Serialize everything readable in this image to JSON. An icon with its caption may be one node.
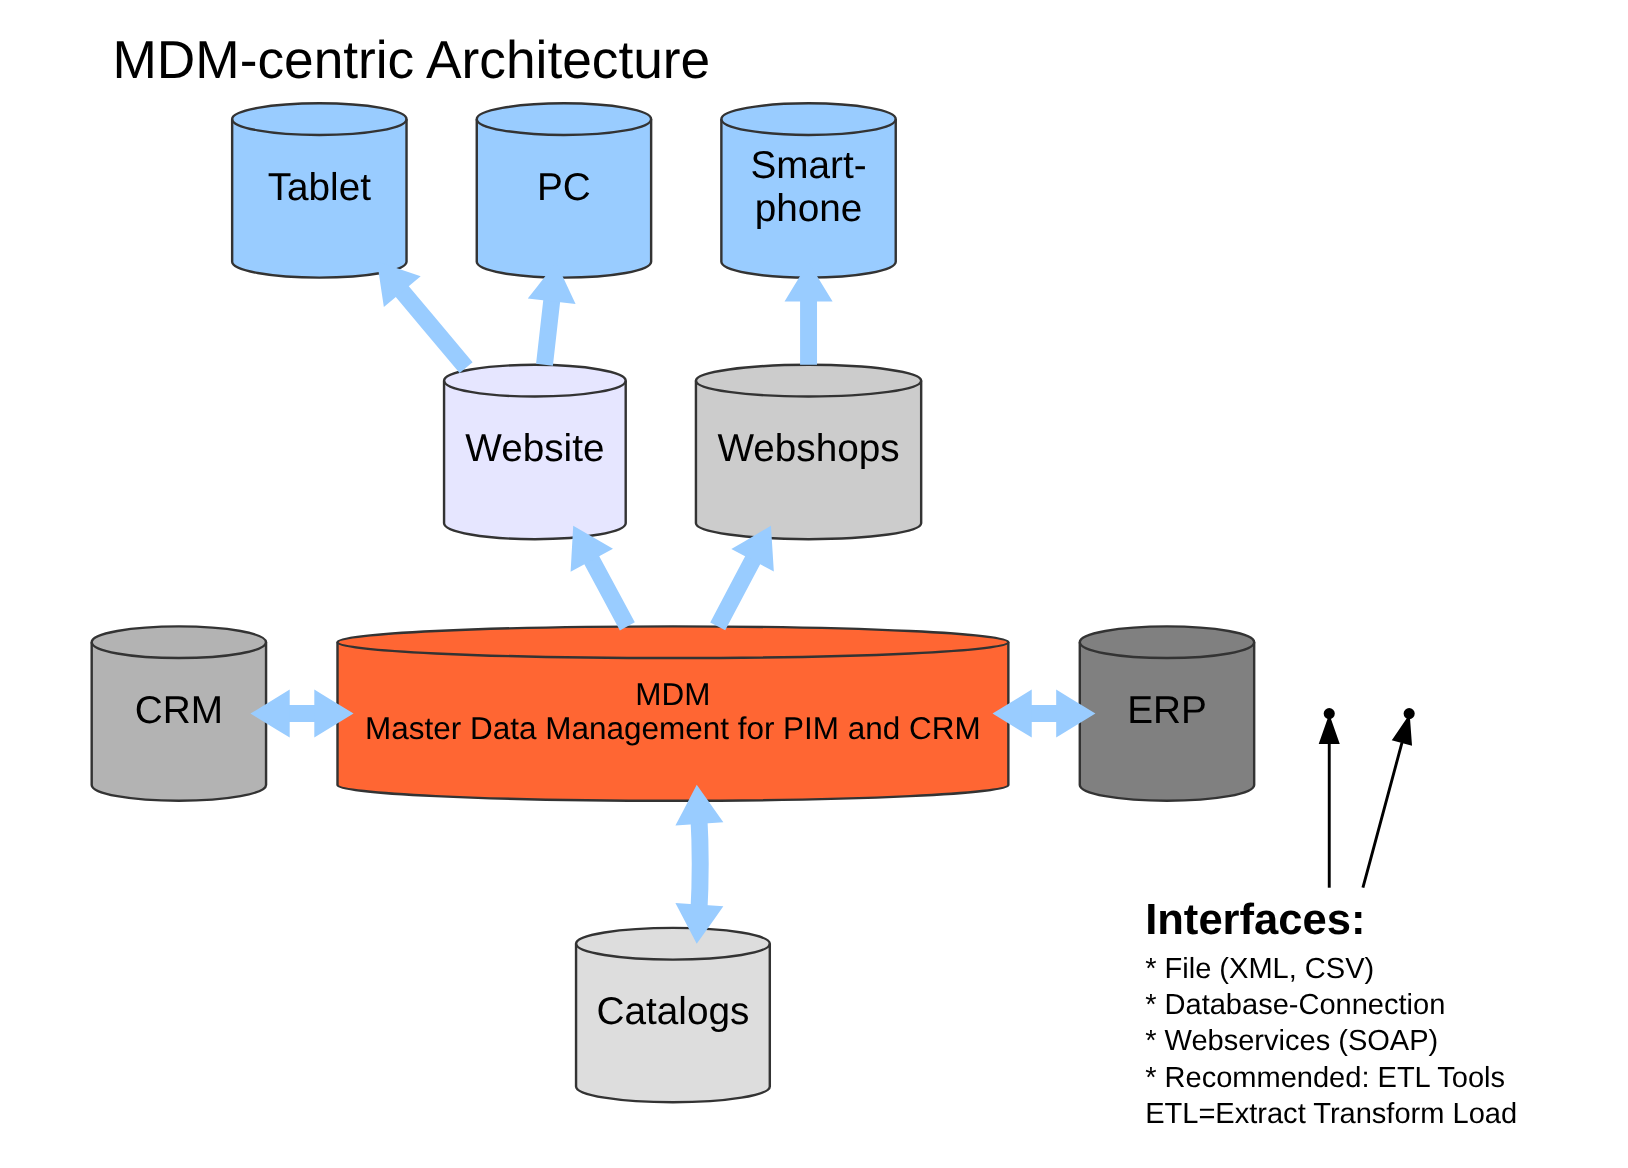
{
  "diagram": {
    "title": "MDM-centric Architecture",
    "nodes": [
      {
        "text": [
          "Tablet"
        ]
      },
      {
        "text": [
          "PC"
        ]
      },
      {
        "text": [
          "Smart- phone"
        ]
      },
      {
        "text": [
          "Website"
        ]
      },
      {
        "text": [
          "Webshops"
        ]
      },
      {
        "text": [
          "CRM"
        ]
      },
      {
        "text": [
          "MDM",
          "Master Data Management for PIM and CRM"
        ]
      },
      {
        "text": [
          "ERP"
        ]
      },
      {
        "text": [
          "Catalogs"
        ]
      },
      {
        "text": [
          "Interfaces:",
          "* File (XML, CSV)",
          "* Database-Connection",
          "* Webservices (SOAP)",
          "* Recommended: ETL Tools",
          "ETL=Extract Transform Load"
        ]
      }
    ],
    "edges": [
      {
        "from": 3,
        "to": 0,
        "arrow": "to"
      },
      {
        "from": 3,
        "to": 1,
        "arrow": "to"
      },
      {
        "from": 4,
        "to": 2,
        "arrow": "to"
      },
      {
        "from": 6,
        "to": 3,
        "arrow": "to"
      },
      {
        "from": 6,
        "to": 4,
        "arrow": "to"
      },
      {
        "from": 5,
        "to": 6,
        "arrow": "both"
      },
      {
        "from": 6,
        "to": 7,
        "arrow": "both"
      },
      {
        "from": 6,
        "to": 8,
        "arrow": "both"
      },
      {
        "from": 9,
        "to": null,
        "arrow": "to",
        "color": "#000000"
      },
      {
        "from": 9,
        "to": null,
        "arrow": "to",
        "color": "#000000"
      }
    ]
  }
}
